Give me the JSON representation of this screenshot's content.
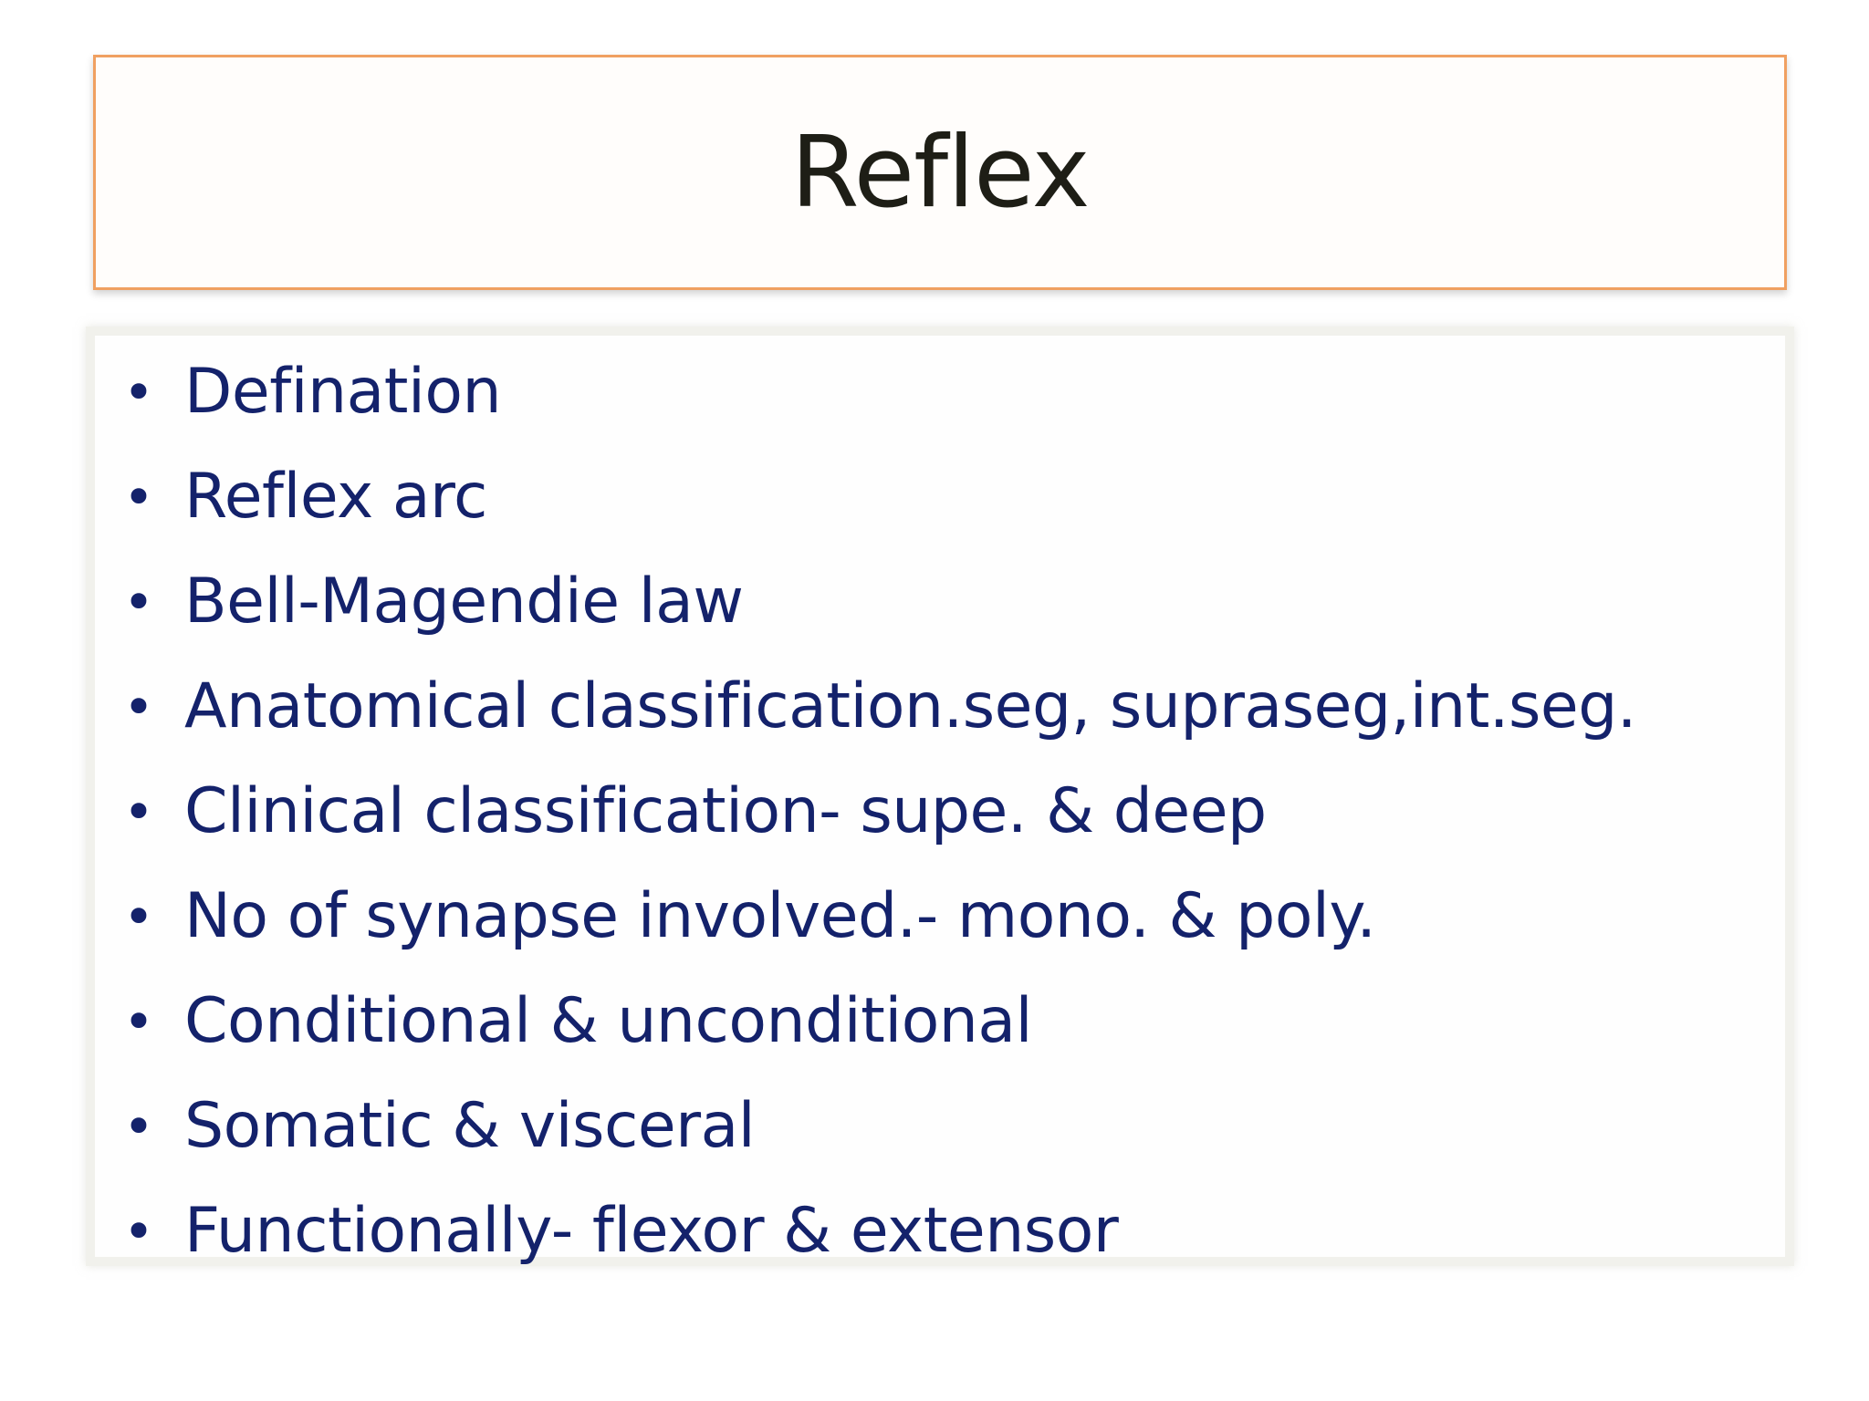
{
  "slide": {
    "title": "Reflex",
    "bullets": [
      "Defination",
      "Reflex arc",
      "Bell-Magendie law",
      "Anatomical classification.seg, supraseg,int.seg.",
      "Clinical classification- supe. & deep",
      "No of synapse involved.- mono. & poly.",
      "Conditional & unconditional",
      "Somatic & visceral",
      "Functionally- flexor & extensor"
    ],
    "bullet_symbol": "•",
    "colors": {
      "title_text": "#1e1e16",
      "title_border": "#f0a061",
      "bullet_text": "#14226b",
      "content_border": "#f1f1ec"
    }
  }
}
